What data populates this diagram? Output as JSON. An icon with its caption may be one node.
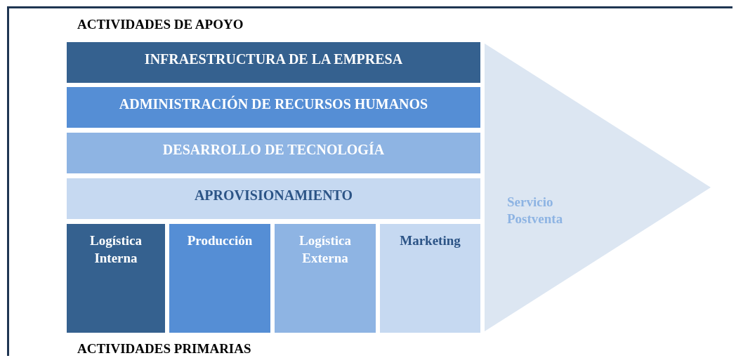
{
  "diagram": {
    "nodes": [
      {
        "text": [
          "INFRAESTRUCTURA DE LA EMPRESA"
        ]
      },
      {
        "text": [
          "ADMINISTRACIÓN DE RECURSOS HUMANOS"
        ]
      },
      {
        "text": [
          "DESARROLLO DE TECNOLOGÍA"
        ]
      },
      {
        "text": [
          "APROVISIONAMIENTO"
        ]
      },
      {
        "text": [
          "Logística Interna"
        ]
      },
      {
        "text": [
          "Producción"
        ]
      },
      {
        "text": [
          "Logística Externa"
        ]
      },
      {
        "text": [
          "Marketing"
        ]
      },
      {
        "text": [
          "Servicio Postventa"
        ]
      }
    ],
    "edges": [],
    "labels": [
      "ACTIVIDADES DE APOYO",
      "ACTIVIDADES PRIMARIAS"
    ]
  }
}
